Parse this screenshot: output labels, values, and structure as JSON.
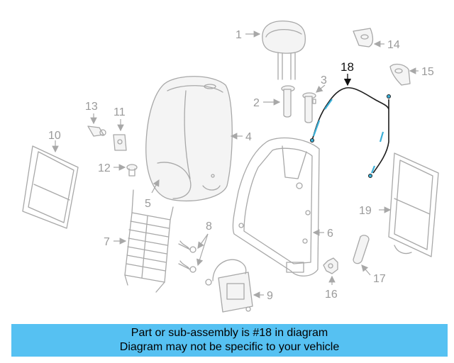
{
  "callouts": {
    "c1": "1",
    "c2": "2",
    "c3": "3",
    "c4": "4",
    "c5": "5",
    "c6": "6",
    "c7": "7",
    "c8": "8",
    "c9": "9",
    "c10": "10",
    "c11": "11",
    "c12": "12",
    "c13": "13",
    "c14": "14",
    "c15": "15",
    "c16": "16",
    "c17": "17",
    "c18": "18",
    "c19": "19"
  },
  "highlighted_part": "18",
  "banner": {
    "line1": "Part or sub-assembly is #18 in diagram",
    "line2": "Diagram may not be specific to your vehicle"
  },
  "colors": {
    "banner_bg": "#56c1f2",
    "part_stroke": "#a8a8a8",
    "highlight_text": "#111111",
    "cable_accent": "#3bb0d8"
  }
}
